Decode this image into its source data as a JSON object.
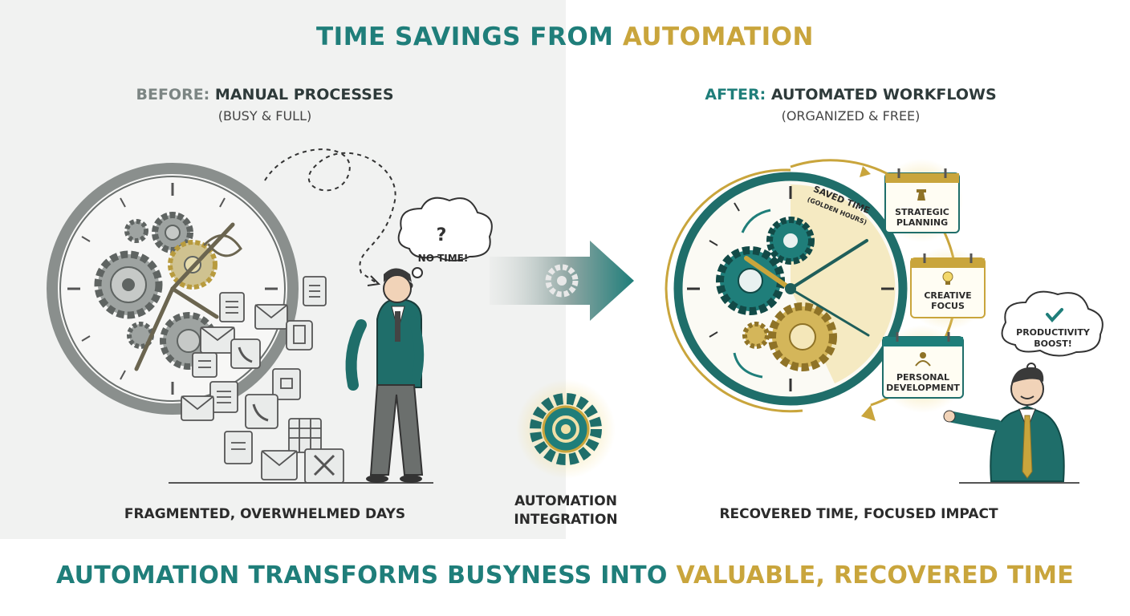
{
  "title": {
    "part1": "TIME SAVINGS FROM ",
    "part2": "AUTOMATION"
  },
  "before": {
    "tag": "BEFORE:",
    "heading": " MANUAL PROCESSES",
    "sub": "(BUSY & FULL)",
    "thought": "NO TIME!",
    "caption": "FRAGMENTED, OVERWHELMED DAYS"
  },
  "middle": {
    "line1": "AUTOMATION",
    "line2": "INTEGRATION"
  },
  "after": {
    "tag": "AFTER:",
    "heading": " AUTOMATED WORKFLOWS",
    "sub": "(ORGANIZED & FREE)",
    "saved_line1": "SAVED TIME",
    "saved_line2": "(GOLDEN HOURS)",
    "cards": [
      {
        "line1": "STRATEGIC",
        "line2": "PLANNING"
      },
      {
        "line1": "CREATIVE",
        "line2": "FOCUS"
      },
      {
        "line1": "PERSONAL",
        "line2": "DEVELOPMENT"
      }
    ],
    "bubble_line1": "PRODUCTIVITY",
    "bubble_line2": "BOOST!",
    "caption": "RECOVERED TIME, FOCUSED IMPACT"
  },
  "footer": {
    "part1": "AUTOMATION TRANSFORMS BUSYNESS INTO ",
    "part2": "VALUABLE, RECOVERED TIME"
  },
  "colors": {
    "teal": "#1f7e7a",
    "gold": "#c9a53c",
    "grey": "#8a8f8d",
    "left_bg": "#f1f2f1"
  }
}
